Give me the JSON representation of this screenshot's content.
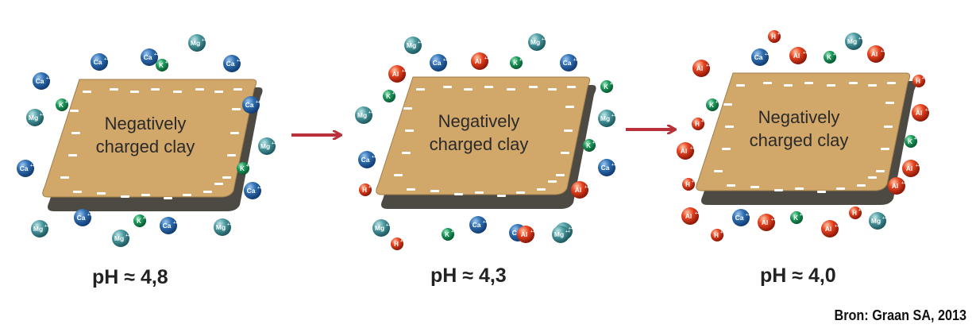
{
  "clay_label": [
    "Negatively",
    "charged clay"
  ],
  "panels": [
    {
      "ph_label": "pH ≈ 4,8",
      "ions": [
        {
          "l": "Ca",
          "s": "++",
          "c": "blue"
        },
        {
          "l": "Ca",
          "s": "++",
          "c": "blue"
        },
        {
          "l": "Mg",
          "s": "++",
          "c": "teal"
        },
        {
          "l": "Ca",
          "s": "++",
          "c": "blue"
        },
        {
          "l": "K",
          "s": "+",
          "c": "green"
        },
        {
          "l": "Ca",
          "s": "++",
          "c": "blue"
        },
        {
          "l": "K",
          "s": "+",
          "c": "green"
        },
        {
          "l": "Mg",
          "s": "++",
          "c": "teal"
        },
        {
          "l": "Ca",
          "s": "++",
          "c": "blue"
        },
        {
          "l": "Mg",
          "s": "++",
          "c": "teal"
        },
        {
          "l": "Ca",
          "s": "++",
          "c": "blue"
        },
        {
          "l": "K",
          "s": "+",
          "c": "green"
        },
        {
          "l": "Ca",
          "s": "++",
          "c": "blue"
        },
        {
          "l": "Mg",
          "s": "++",
          "c": "teal"
        },
        {
          "l": "Ca",
          "s": "++",
          "c": "blue"
        },
        {
          "l": "K",
          "s": "+",
          "c": "green"
        },
        {
          "l": "Mg",
          "s": "++",
          "c": "teal"
        },
        {
          "l": "Ca",
          "s": "++",
          "c": "blue"
        },
        {
          "l": "Mg",
          "s": "++",
          "c": "teal"
        }
      ]
    },
    {
      "ph_label": "pH ≈ 4,3",
      "ions": [
        {
          "l": "Mg",
          "s": "++",
          "c": "teal"
        },
        {
          "l": "Ca",
          "s": "++",
          "c": "blue"
        },
        {
          "l": "Al",
          "s": "+++",
          "c": "red"
        },
        {
          "l": "K",
          "s": "+",
          "c": "green"
        },
        {
          "l": "Mg",
          "s": "++",
          "c": "teal"
        },
        {
          "l": "Ca",
          "s": "++",
          "c": "blue"
        },
        {
          "l": "Al",
          "s": "+++",
          "c": "red"
        },
        {
          "l": "K",
          "s": "+",
          "c": "green"
        },
        {
          "l": "K",
          "s": "+",
          "c": "green"
        },
        {
          "l": "Mg",
          "s": "++",
          "c": "teal"
        },
        {
          "l": "Mg",
          "s": "++",
          "c": "teal"
        },
        {
          "l": "K",
          "s": "+",
          "c": "green"
        },
        {
          "l": "Ca",
          "s": "++",
          "c": "blue"
        },
        {
          "l": "Ca",
          "s": "++",
          "c": "blue"
        },
        {
          "l": "H",
          "s": "+",
          "c": "red"
        },
        {
          "l": "Al",
          "s": "+++",
          "c": "red"
        },
        {
          "l": "Mg",
          "s": "++",
          "c": "teal"
        },
        {
          "l": "Ca",
          "s": "++",
          "c": "blue"
        },
        {
          "l": "Mg",
          "s": "++",
          "c": "teal"
        },
        {
          "l": "H",
          "s": "+",
          "c": "red"
        },
        {
          "l": "K",
          "s": "+",
          "c": "green"
        },
        {
          "l": "Ca",
          "s": "++",
          "c": "blue"
        },
        {
          "l": "Al",
          "s": "+++",
          "c": "red"
        },
        {
          "l": "Mg",
          "s": "++",
          "c": "teal"
        }
      ]
    },
    {
      "ph_label": "pH ≈ 4,0",
      "ions": [
        {
          "l": "H",
          "s": "+",
          "c": "red"
        },
        {
          "l": "Mg",
          "s": "++",
          "c": "teal"
        },
        {
          "l": "Ca",
          "s": "++",
          "c": "blue"
        },
        {
          "l": "Al",
          "s": "+++",
          "c": "red"
        },
        {
          "l": "K",
          "s": "+",
          "c": "green"
        },
        {
          "l": "Al",
          "s": "+++",
          "c": "red"
        },
        {
          "l": "Al",
          "s": "+++",
          "c": "red"
        },
        {
          "l": "H",
          "s": "+",
          "c": "red"
        },
        {
          "l": "K",
          "s": "+",
          "c": "green"
        },
        {
          "l": "Al",
          "s": "+++",
          "c": "red"
        },
        {
          "l": "H",
          "s": "+",
          "c": "red"
        },
        {
          "l": "K",
          "s": "+",
          "c": "green"
        },
        {
          "l": "Al",
          "s": "+++",
          "c": "red"
        },
        {
          "l": "Al",
          "s": "+++",
          "c": "red"
        },
        {
          "l": "H",
          "s": "+",
          "c": "red"
        },
        {
          "l": "Al",
          "s": "+++",
          "c": "red"
        },
        {
          "l": "Al",
          "s": "+++",
          "c": "red"
        },
        {
          "l": "Ca",
          "s": "++",
          "c": "blue"
        },
        {
          "l": "Al",
          "s": "+++",
          "c": "red"
        },
        {
          "l": "K",
          "s": "+",
          "c": "green"
        },
        {
          "l": "H",
          "s": "+",
          "c": "red"
        },
        {
          "l": "Al",
          "s": "+++",
          "c": "red"
        },
        {
          "l": "Mg",
          "s": "++",
          "c": "teal"
        },
        {
          "l": "H",
          "s": "+",
          "c": "red"
        }
      ]
    }
  ],
  "source": "Bron: Graan SA, 2013",
  "colors": {
    "clay": "#d2a76a",
    "clay_shadow": "#4d4a44",
    "clay_edge": "#a07e4a",
    "arrow": "#b9303a",
    "blue": "#2f6fb2",
    "teal": "#4c9aa1",
    "green": "#1c9a5b",
    "red": "#e8431f"
  }
}
